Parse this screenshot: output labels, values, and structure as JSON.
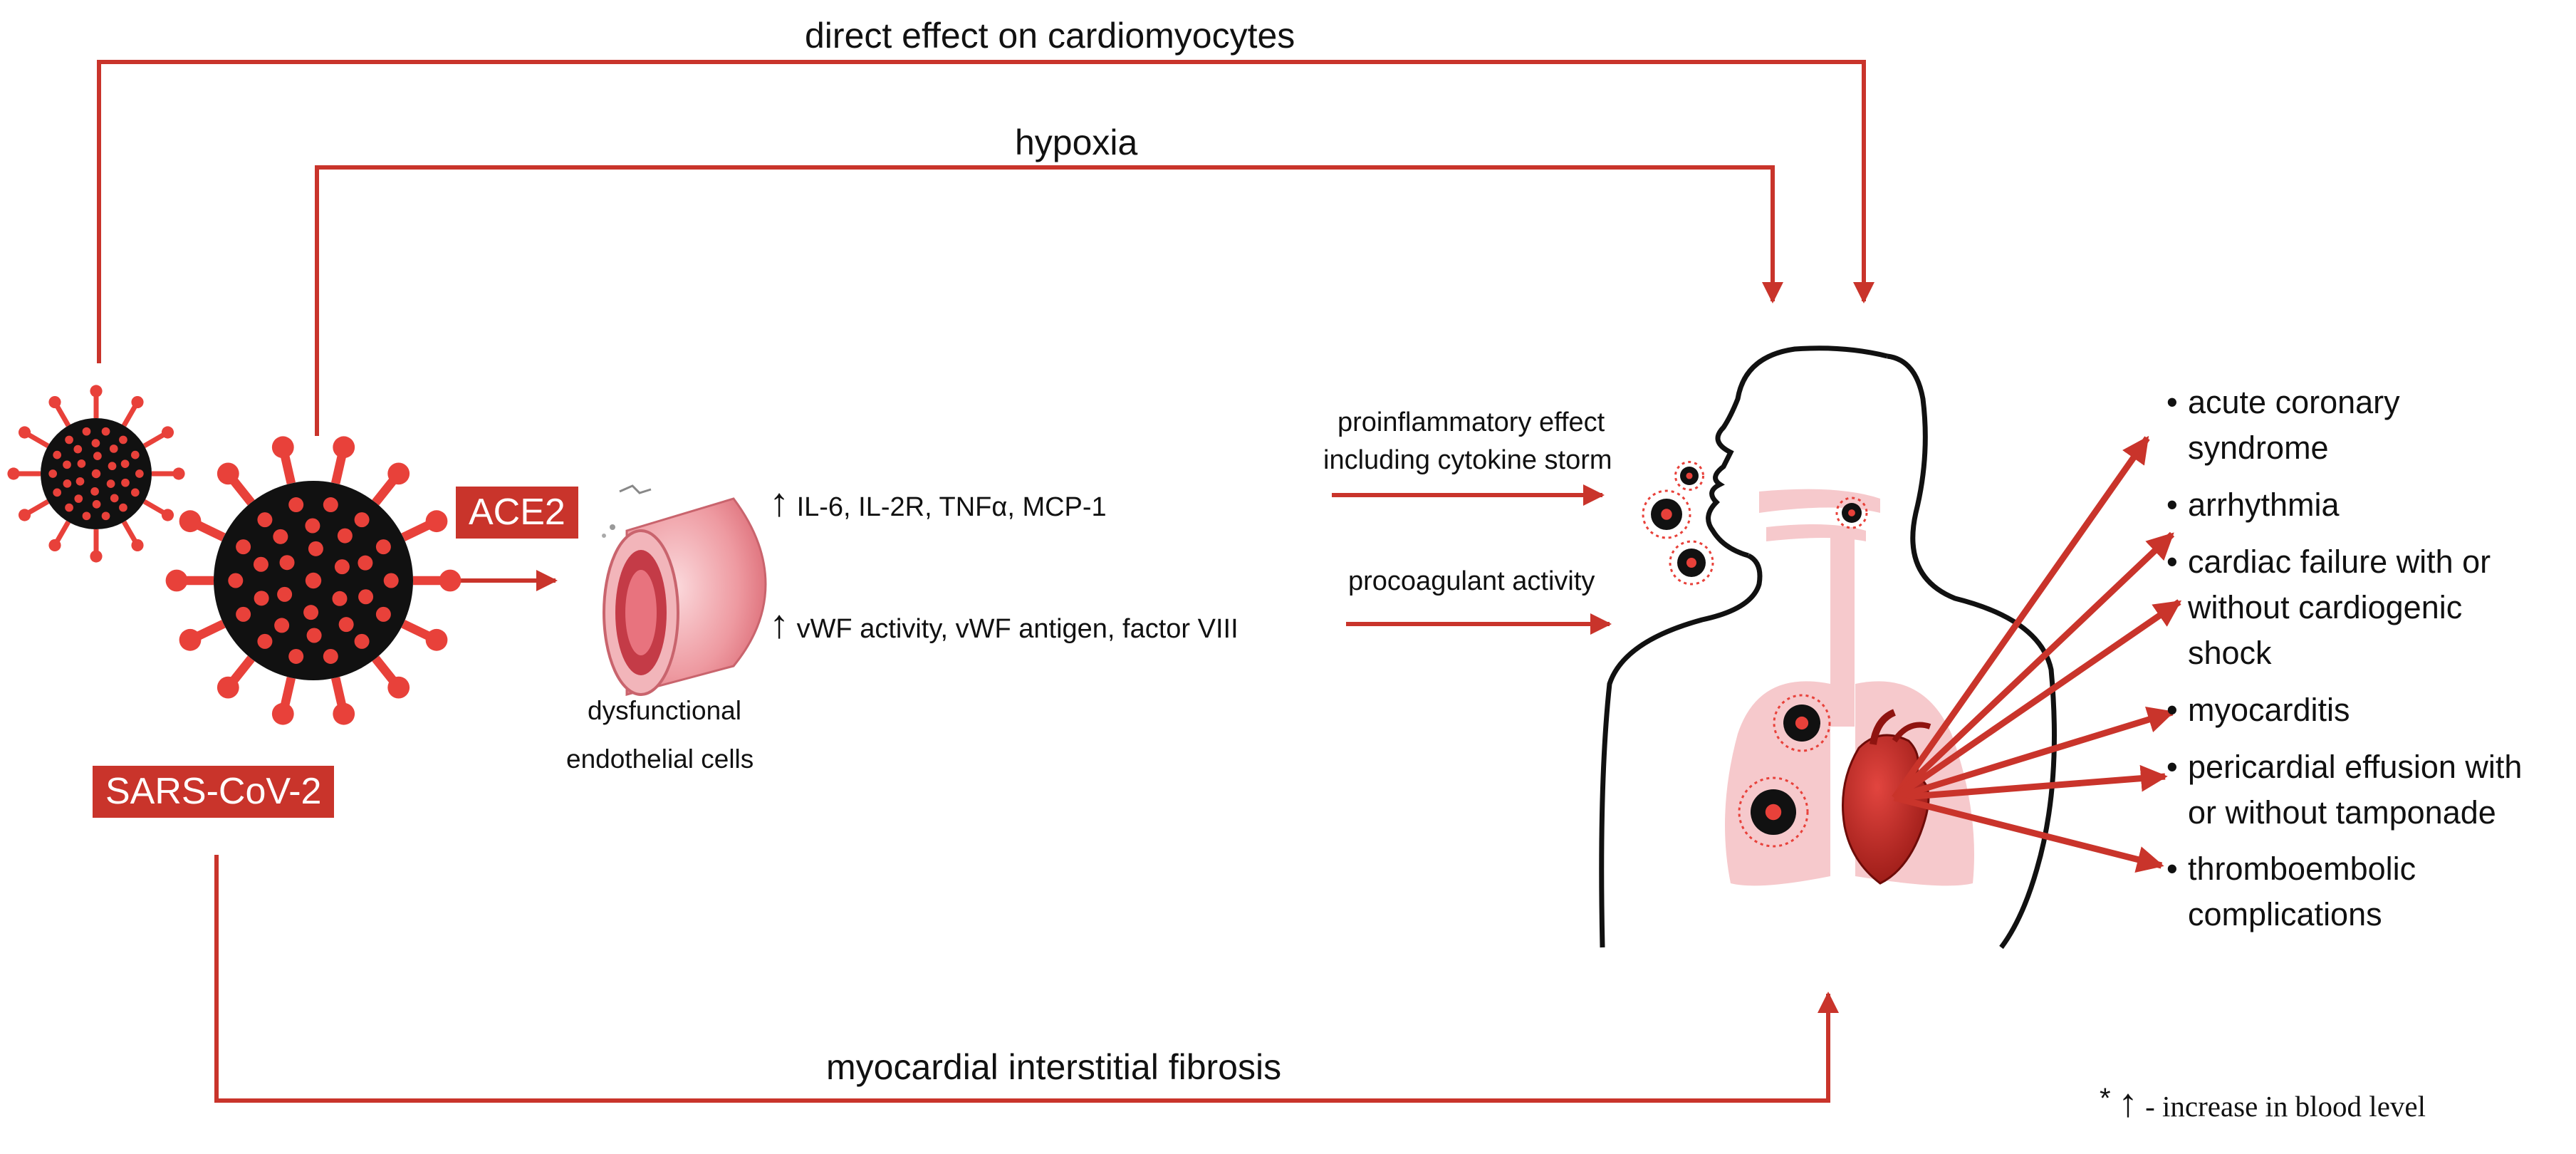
{
  "title_paths": {
    "direct": "direct effect on cardiomyocytes",
    "hypoxia": "hypoxia",
    "fibrosis": "myocardial interstitial fibrosis"
  },
  "virus": {
    "receptor_label": "ACE2",
    "name_label": "SARS-CoV-2"
  },
  "endothelium": {
    "caption_line1": "dysfunctional",
    "caption_line2": "endothelial cells"
  },
  "markers": {
    "cytokines": "IL-6, IL-2R, TNFα, MCP-1",
    "coagulation": "vWF activity, vWF antigen, factor VIII"
  },
  "effects": {
    "proinflammatory_line1": "proinflammatory effect",
    "proinflammatory_line2": "including cytokine storm",
    "procoagulant": "procoagulant activity"
  },
  "outcomes": [
    {
      "line1": "acute coronary",
      "line2": "syndrome"
    },
    {
      "line1": "arrhythmia"
    },
    {
      "line1": "cardiac failure with or",
      "line2": "without cardiogenic",
      "line3": "shock"
    },
    {
      "line1": "myocarditis"
    },
    {
      "line1": "pericardial effusion with",
      "line2": "or without tamponade"
    },
    {
      "line1": "thromboembolic",
      "line2": "complications"
    }
  ],
  "legend_note": {
    "star": "*",
    "arrow": "↑",
    "text": "- increase in blood level"
  },
  "colors": {
    "accent_red": "#c9342b",
    "virus_black": "#111111",
    "virus_spike": "#e8413a",
    "lung_pink": "#f6c9cc",
    "heart_red": "#b8231f"
  }
}
